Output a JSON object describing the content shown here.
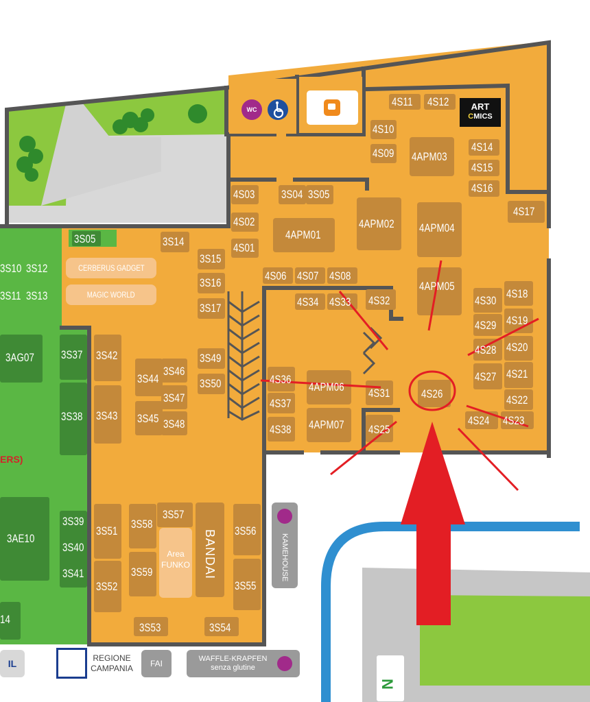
{
  "colors": {
    "orange": "#f2ab3c",
    "booth": "#c4893a",
    "green": "#5ab744",
    "green_dark": "#3f8a35",
    "wall": "#555555",
    "annotation_red": "#e31e24",
    "road_blue": "#2f8fd0",
    "pill": "#f6c48a"
  },
  "booths": {
    "s4_11": "4S11",
    "s4_12": "4S12",
    "s4_10": "4S10",
    "s4_09": "4S09",
    "apm03": "4APM03",
    "s4_14": "4S14",
    "s4_15": "4S15",
    "s4_16": "4S16",
    "s4_17": "4S17",
    "s4_03": "4S03",
    "s4_02": "4S02",
    "s4_01": "4S01",
    "s4_04": "3S04",
    "s4_05": "3S05",
    "apm01": "4APM01",
    "apm02": "4APM02",
    "apm04": "4APM04",
    "apm05": "4APM05",
    "s4_06": "4S06",
    "s4_07": "4S07",
    "s4_08": "4S08",
    "s4_34": "4S34",
    "s4_33": "4S33",
    "s4_32": "4S32",
    "s4_30": "4S30",
    "s4_18": "4S18",
    "s4_29": "4S29",
    "s4_19": "4S19",
    "s4_28": "4S28",
    "s4_20": "4S20",
    "s4_27": "4S27",
    "s4_21": "4S21",
    "s4_22": "4S22",
    "s4_24": "4S24",
    "s4_23": "4S23",
    "s4_26": "4S26",
    "s4_25": "4S25",
    "s4_31": "4S31",
    "apm06": "4APM06",
    "apm07": "4APM07",
    "s4_36": "4S36",
    "s4_37": "4S37",
    "s4_38": "4S38",
    "s3_05": "3S05",
    "s3_14": "3S14",
    "s3_15": "3S15",
    "s3_16": "3S16",
    "s3_17": "3S17",
    "s3_10": "3S10",
    "s3_12": "3S12",
    "s3_11": "3S11",
    "s3_13": "3S13",
    "ag07": "3AG07",
    "s3_37": "3S37",
    "s3_38": "3S38",
    "s3_42": "3S42",
    "s3_43": "3S43",
    "s3_44": "3S44",
    "s3_45": "3S45",
    "s3_46": "3S46",
    "s3_47": "3S47",
    "s3_48": "3S48",
    "s3_49": "3S49",
    "s3_50": "3S50",
    "ae10": "3AE10",
    "s3_39": "3S39",
    "s3_40": "3S40",
    "s3_41": "3S41",
    "s3_51": "3S51",
    "s3_52": "3S52",
    "s3_58": "3S58",
    "s3_59": "3S59",
    "s3_57": "3S57",
    "s3_56": "3S56",
    "s3_55": "3S55",
    "s3_53": "3S53",
    "s3_54": "3S54",
    "partial_14": "14"
  },
  "labels": {
    "cerberus": "CERBERUS GADGET",
    "magic_world": "MAGIC WORLD",
    "area_funko_1": "Area",
    "area_funko_2": "FUNKO",
    "bandai": "BANDAI",
    "kamehouse": "KAMEHOUSE",
    "waffle_1": "WAFFLE-KRAPFEN",
    "waffle_2": "senza glutine",
    "fai": "FAI",
    "regione_1": "REGIONE",
    "regione_2": "CAMPANIA",
    "wc": "WC",
    "art_1": "ART",
    "art_2": "C",
    "art_3": "MICS",
    "il": "IL",
    "partial_sign": "ERS)",
    "n_sign": "N"
  },
  "icons": {
    "wc": "wc-icon",
    "accessible": "wheelchair-icon",
    "cafe": "coffee-cup-icon",
    "food": "pot-icon",
    "trees": "tree-icon",
    "escalator": "escalator-icon",
    "arrow": "red-arrow-icon",
    "highlight": "booth-circle-highlight"
  },
  "highlighted_booth": "4S26"
}
